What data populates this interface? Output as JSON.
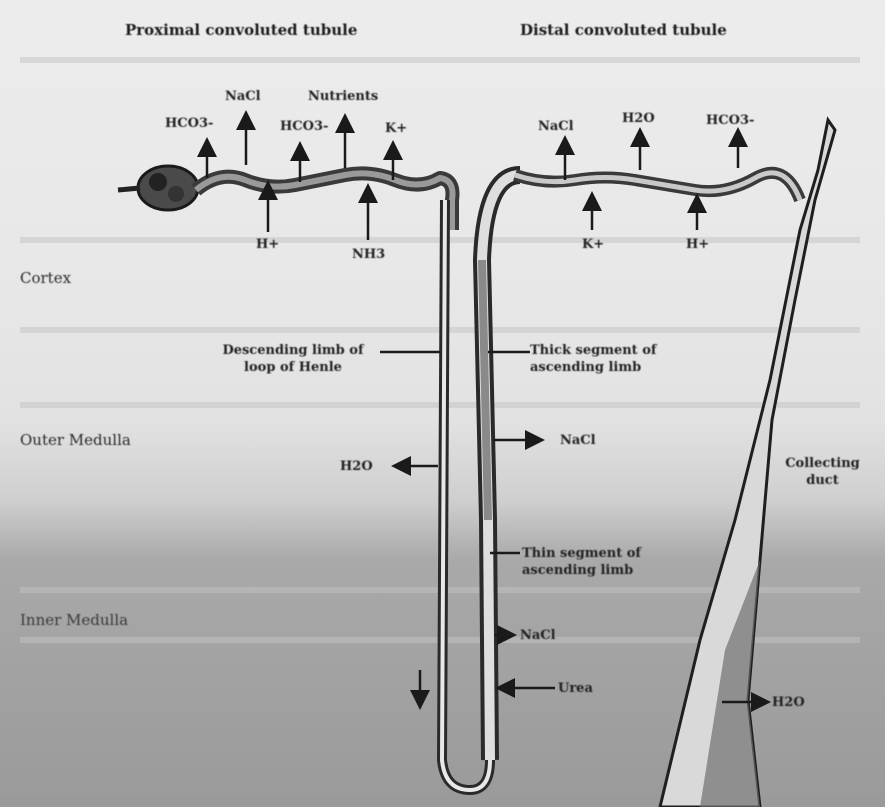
{
  "titles": {
    "proximal": "Proximal convoluted tubule",
    "distal": "Distal convoluted tubule"
  },
  "zones": {
    "cortex": "Cortex",
    "outer_medulla": "Outer Medulla",
    "inner_medulla": "Inner Medulla"
  },
  "proximal_labels": {
    "hco3": "HCO3-",
    "nacl": "NaCl",
    "nutrients": "Nutrients",
    "hco3_2": "HCO3-",
    "k": "K+",
    "h": "H+",
    "nh3": "NH3"
  },
  "distal_labels": {
    "nacl": "NaCl",
    "h2o": "H2O",
    "hco3": "HCO3-",
    "k": "K+",
    "h": "H+"
  },
  "loop_labels": {
    "descending": "Descending limb of loop of Henle",
    "thick": "Thick segment of ascending limb",
    "thin": "Thin segment of ascending limb",
    "h2o": "H2O",
    "nacl_thick": "NaCl",
    "nacl_thin": "NaCl",
    "urea": "Urea"
  },
  "collecting": {
    "label": "Collecting duct",
    "h2o": "H2O"
  }
}
